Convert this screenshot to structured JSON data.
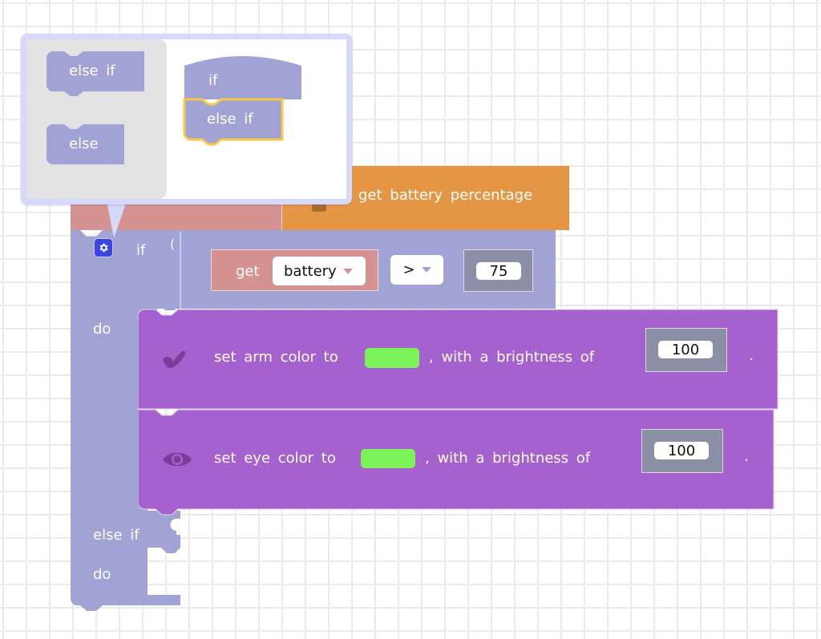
{
  "workspace": {
    "background_block": {
      "label": "get battery percentage",
      "color": "#e59644"
    },
    "if_block": {
      "color": "#a0a3d4",
      "settings_icon": "gear-icon",
      "if_label": "if",
      "do_label": "do",
      "else_if_label": "else if",
      "do2_label": "do",
      "condition": {
        "left": {
          "get_label": "get",
          "variable": "battery"
        },
        "operator": ">",
        "right_value": "75"
      },
      "statements": [
        {
          "icon": "arm-icon",
          "prefix": "set arm color to",
          "color_value": "#7cf25a",
          "middle": ", with a brightness of",
          "brightness": "100",
          "suffix": "."
        },
        {
          "icon": "eye-icon",
          "prefix": "set eye color to",
          "color_value": "#7cf25a",
          "middle": ", with a brightness of",
          "brightness": "100",
          "suffix": "."
        }
      ]
    }
  },
  "mutator_popup": {
    "flyout": [
      {
        "label": "else if"
      },
      {
        "label": "else"
      }
    ],
    "workspace": {
      "container_label": "if",
      "selected_label": "else if",
      "selected_highlight": "#f7c948"
    }
  }
}
